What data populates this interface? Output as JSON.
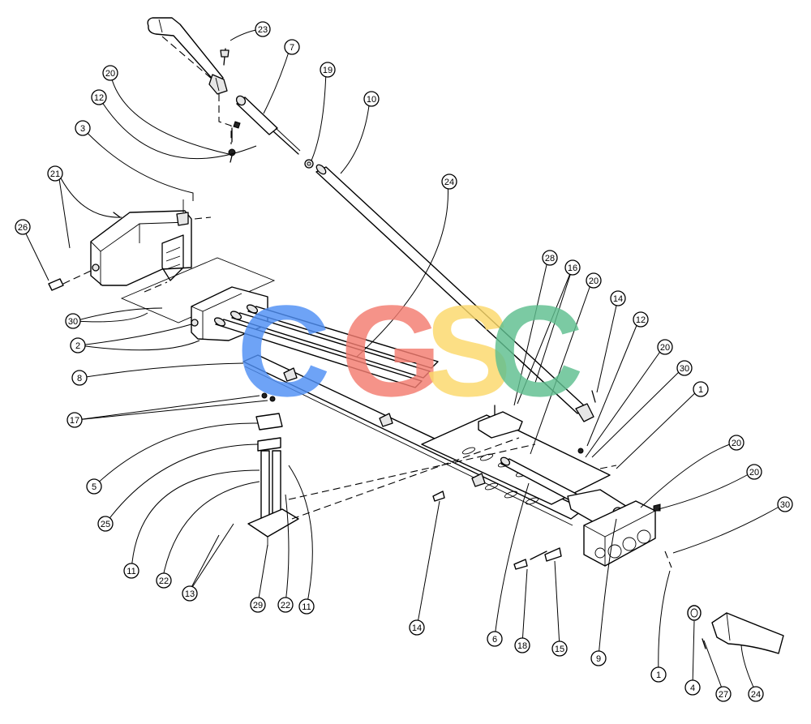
{
  "watermark": {
    "letters": [
      {
        "char": "C",
        "color": "#4f8ff5"
      },
      {
        "char": "G",
        "color": "#f37c70"
      },
      {
        "char": "S",
        "color": "#fcd96b"
      },
      {
        "char": "C",
        "color": "#5fbf8f"
      }
    ]
  },
  "callouts": [
    {
      "id": "23",
      "label": "23"
    },
    {
      "id": "7",
      "label": "7"
    },
    {
      "id": "19",
      "label": "19"
    },
    {
      "id": "10",
      "label": "10"
    },
    {
      "id": "20a",
      "label": "20"
    },
    {
      "id": "12a",
      "label": "12"
    },
    {
      "id": "3",
      "label": "3"
    },
    {
      "id": "21",
      "label": "21"
    },
    {
      "id": "26",
      "label": "26"
    },
    {
      "id": "24a",
      "label": "24"
    },
    {
      "id": "28",
      "label": "28"
    },
    {
      "id": "16",
      "label": "16"
    },
    {
      "id": "20b",
      "label": "20"
    },
    {
      "id": "14a",
      "label": "14"
    },
    {
      "id": "12b",
      "label": "12"
    },
    {
      "id": "20c",
      "label": "20"
    },
    {
      "id": "30a",
      "label": "30"
    },
    {
      "id": "1a",
      "label": "1"
    },
    {
      "id": "30b",
      "label": "30"
    },
    {
      "id": "2",
      "label": "2"
    },
    {
      "id": "8",
      "label": "8"
    },
    {
      "id": "17",
      "label": "17"
    },
    {
      "id": "5",
      "label": "5"
    },
    {
      "id": "25",
      "label": "25"
    },
    {
      "id": "11a",
      "label": "11"
    },
    {
      "id": "22a",
      "label": "22"
    },
    {
      "id": "13",
      "label": "13"
    },
    {
      "id": "29",
      "label": "29"
    },
    {
      "id": "22b",
      "label": "22"
    },
    {
      "id": "11b",
      "label": "11"
    },
    {
      "id": "14b",
      "label": "14"
    },
    {
      "id": "6",
      "label": "6"
    },
    {
      "id": "18",
      "label": "18"
    },
    {
      "id": "15",
      "label": "15"
    },
    {
      "id": "9",
      "label": "9"
    },
    {
      "id": "1b",
      "label": "1"
    },
    {
      "id": "20d",
      "label": "20"
    },
    {
      "id": "20e",
      "label": "20"
    },
    {
      "id": "30c",
      "label": "30"
    },
    {
      "id": "4",
      "label": "4"
    },
    {
      "id": "27",
      "label": "27"
    },
    {
      "id": "24b",
      "label": "24"
    }
  ]
}
